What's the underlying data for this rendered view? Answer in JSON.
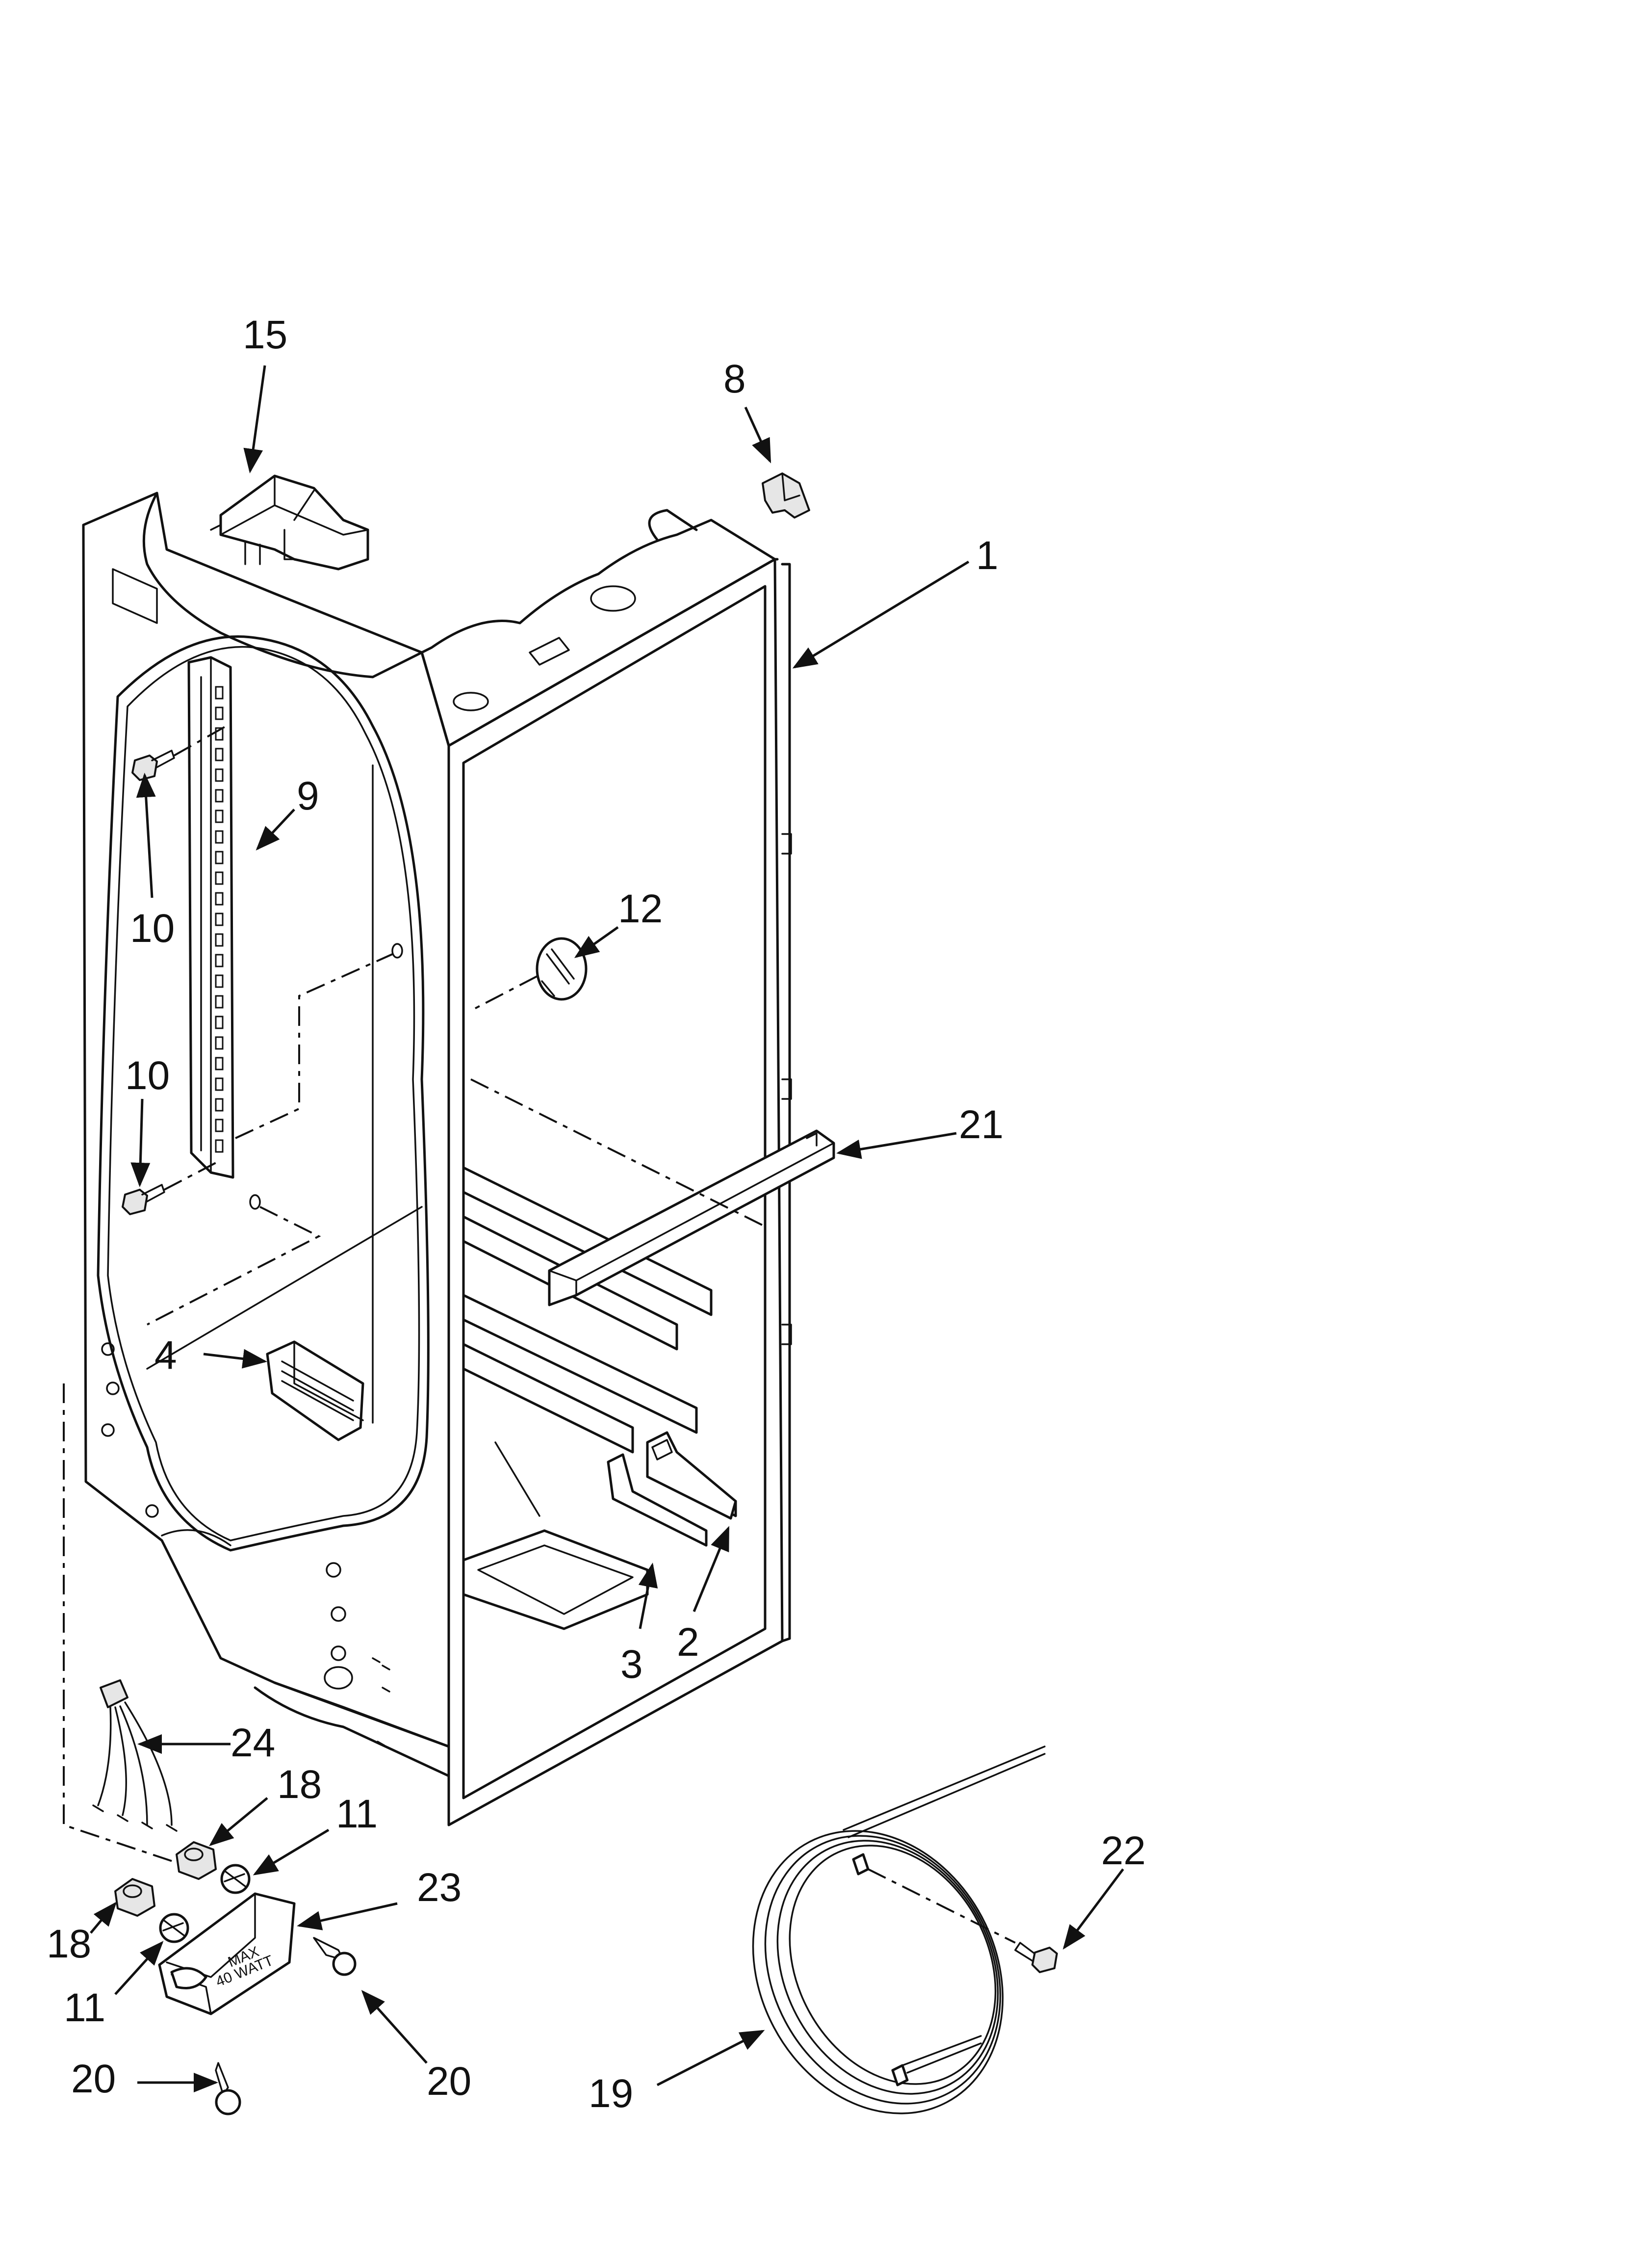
{
  "callouts": [
    {
      "id": "c15",
      "label": "15"
    },
    {
      "id": "c8",
      "label": "8"
    },
    {
      "id": "c1",
      "label": "1"
    },
    {
      "id": "c9",
      "label": "9"
    },
    {
      "id": "c10a",
      "label": "10"
    },
    {
      "id": "c12",
      "label": "12"
    },
    {
      "id": "c10b",
      "label": "10"
    },
    {
      "id": "c21",
      "label": "21"
    },
    {
      "id": "c4",
      "label": "4"
    },
    {
      "id": "c3",
      "label": "3"
    },
    {
      "id": "c2",
      "label": "2"
    },
    {
      "id": "c24",
      "label": "24"
    },
    {
      "id": "c18a",
      "label": "18"
    },
    {
      "id": "c11a",
      "label": "11"
    },
    {
      "id": "c23",
      "label": "23"
    },
    {
      "id": "c22",
      "label": "22"
    },
    {
      "id": "c18b",
      "label": "18"
    },
    {
      "id": "c11b",
      "label": "11"
    },
    {
      "id": "c20a",
      "label": "20"
    },
    {
      "id": "c20b",
      "label": "20"
    },
    {
      "id": "c19",
      "label": "19"
    }
  ],
  "light_housing_text": {
    "line1": "MAX",
    "line2": "40 WATT"
  }
}
